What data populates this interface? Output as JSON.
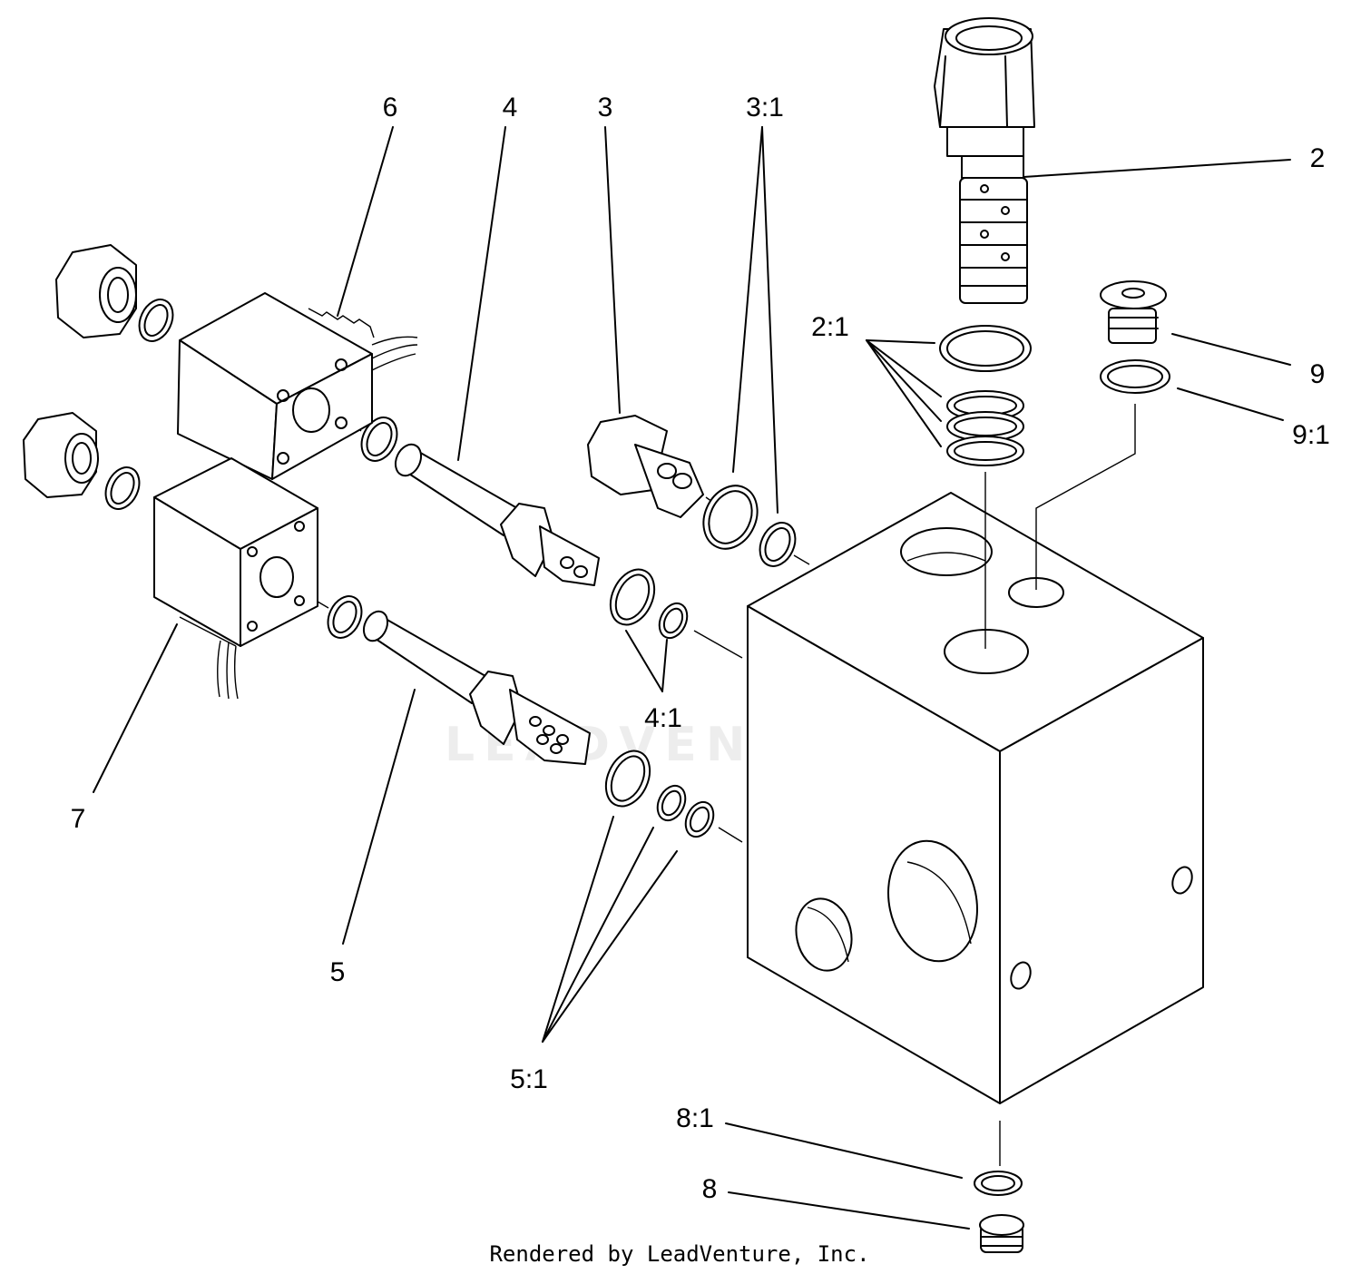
{
  "callouts": {
    "c2": "2",
    "c2_1": "2:1",
    "c3": "3",
    "c3_1": "3:1",
    "c4": "4",
    "c4_1": "4:1",
    "c5": "5",
    "c5_1": "5:1",
    "c6": "6",
    "c7": "7",
    "c8": "8",
    "c8_1": "8:1",
    "c9": "9",
    "c9_1": "9:1"
  },
  "watermark": "LEADVENTURE",
  "footer": "Rendered by LeadVenture, Inc."
}
